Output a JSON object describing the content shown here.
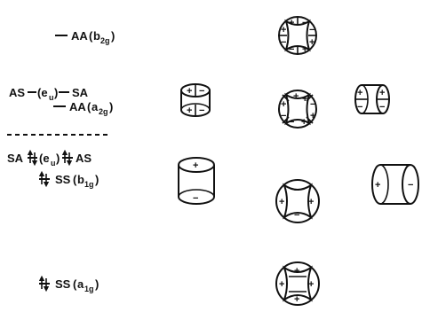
{
  "levels": [
    {
      "name": "AA",
      "sym_main": "b",
      "sym_sub": "2g",
      "occupancy": "empty"
    },
    {
      "name": "SA",
      "pair_label": "AS",
      "mid": "(e",
      "mid_sub": "u",
      "close": ")",
      "occupancy": "empty"
    },
    {
      "name": "AA",
      "sym_main": "a",
      "sym_sub": "2g",
      "occupancy": "empty"
    },
    {
      "name": "SA",
      "pair_label": "AS",
      "mid": "(e",
      "mid_sub": "u",
      "close": ")",
      "occupancy": "filled"
    },
    {
      "name": "SS",
      "sym_main": "b",
      "sym_sub": "1g",
      "occupancy": "filled"
    },
    {
      "name": "SS",
      "sym_main": "a",
      "sym_sub": "1g",
      "occupancy": "filled"
    }
  ],
  "signs": {
    "plus": "+",
    "minus": "−"
  },
  "colors": {
    "ink": "#111111",
    "background": "#ffffff"
  }
}
